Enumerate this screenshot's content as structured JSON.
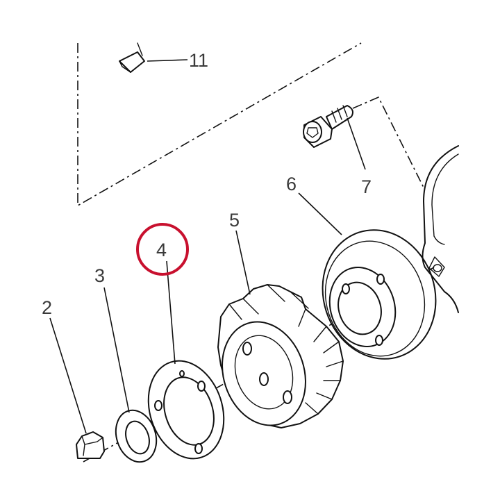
{
  "diagram": {
    "callouts": [
      {
        "id": "2",
        "text": "2"
      },
      {
        "id": "3",
        "text": "3"
      },
      {
        "id": "4",
        "text": "4"
      },
      {
        "id": "5",
        "text": "5"
      },
      {
        "id": "6",
        "text": "6"
      },
      {
        "id": "7",
        "text": "7"
      },
      {
        "id": "11",
        "text": "11"
      }
    ],
    "highlight": {
      "target": "4",
      "color": "#c8102e"
    }
  }
}
